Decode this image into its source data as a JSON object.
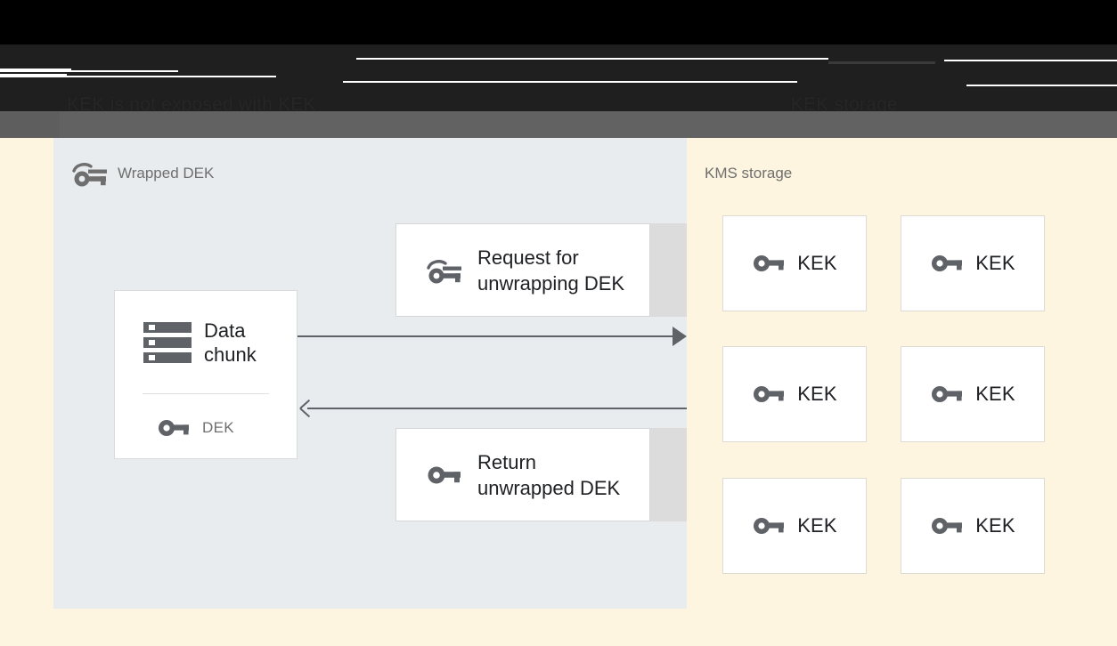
{
  "header": {
    "obscured_title_left": "KEK is not exposed with KEK\nand is stored with wrapped DEK",
    "obscured_title_right": "KEK storage\nunwrapping the DEK"
  },
  "left_panel": {
    "label": "Wrapped DEK",
    "icon": "wrapped-key-icon",
    "background_color": "#e8ecef",
    "data_chunk_card": {
      "title": "Data\nchunk",
      "icon": "storage-chunk-icon",
      "key_label": "DEK",
      "key_icon": "key-icon"
    },
    "messages": [
      {
        "id": "request",
        "text": "Request for\nunwrapping DEK",
        "icon": "wrapped-key-icon"
      },
      {
        "id": "return",
        "text": "Return\nunwrapped DEK",
        "icon": "key-icon"
      }
    ],
    "arrows": [
      {
        "id": "request-arrow",
        "direction": "right"
      },
      {
        "id": "return-arrow",
        "direction": "left"
      }
    ]
  },
  "right_panel": {
    "label": "KMS storage",
    "background_color": "#fdf5e0",
    "kek_cards": [
      {
        "label": "KEK",
        "icon": "key-icon"
      },
      {
        "label": "KEK",
        "icon": "key-icon"
      },
      {
        "label": "KEK",
        "icon": "key-icon"
      },
      {
        "label": "KEK",
        "icon": "key-icon"
      },
      {
        "label": "KEK",
        "icon": "key-icon"
      },
      {
        "label": "KEK",
        "icon": "key-icon"
      }
    ]
  },
  "colors": {
    "page_background": "#fdf5e0",
    "panel_left": "#e8ecef",
    "card_white": "#ffffff",
    "card_extension": "#dcdcdc",
    "icon_gray": "#5f6368",
    "text_dark": "#202124",
    "text_muted": "#6f6f6f",
    "band_black": "#000000",
    "band_dark": "#1f1f1f",
    "band_gray": "#626262"
  }
}
